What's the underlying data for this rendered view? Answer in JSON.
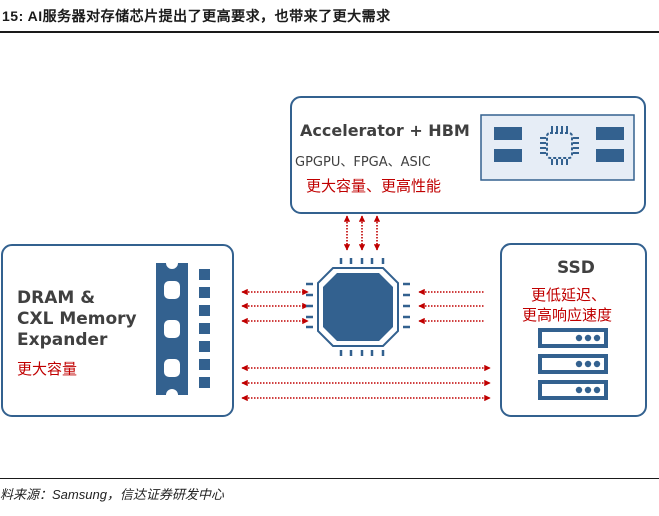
{
  "header": {
    "title": "15:  AI服务器对存储芯片提出了更高要求，也带来了更大需求"
  },
  "accelerator": {
    "title": "Accelerator + HBM",
    "subtitle": "GPGPU、FPGA、ASIC",
    "benefit": "更大容量、更高性能"
  },
  "dram": {
    "title_line1": "DRAM &",
    "title_line2": "CXL Memory",
    "title_line3": "Expander",
    "benefit": "更大容量"
  },
  "ssd": {
    "title": "SSD",
    "benefit_line1": "更低延迟、",
    "benefit_line2": "更高响应速度"
  },
  "footer": {
    "source": "料来源：Samsung，信达证券研发中心"
  },
  "colors": {
    "primary_blue": "#33618f",
    "accent_red": "#c00000",
    "panel_fill": "#e6edf6"
  }
}
